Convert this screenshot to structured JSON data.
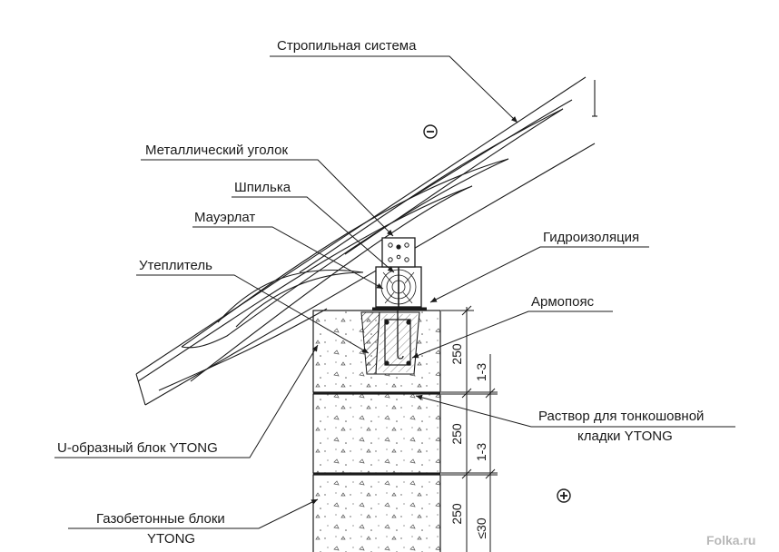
{
  "labels": {
    "rafter_system": "Стропильная система",
    "metal_angle": "Металлический уголок",
    "stud": "Шпилька",
    "mauerlat": "Мауэрлат",
    "insulation": "Утеплитель",
    "waterproofing": "Гидроизоляция",
    "ring_beam": "Армопояс",
    "mortar_line1": "Раствор для тонкошовной",
    "mortar_line2": "кладки YTONG",
    "u_block": "U-образный блок YTONG",
    "aerated_line1": "Газобетонные блоки",
    "aerated_line2": "YTONG"
  },
  "dimensions": {
    "block_height_1": "250",
    "block_height_2": "250",
    "block_height_3": "250",
    "joint_1": "1-3",
    "joint_2": "1-3",
    "joint_3": "≤30"
  },
  "signs": {
    "minus": "−",
    "plus": "+"
  },
  "watermark": "Folka.ru",
  "colors": {
    "line": "#1a1a1a",
    "hatch": "#333333",
    "watermark": "#b8b8b8"
  }
}
